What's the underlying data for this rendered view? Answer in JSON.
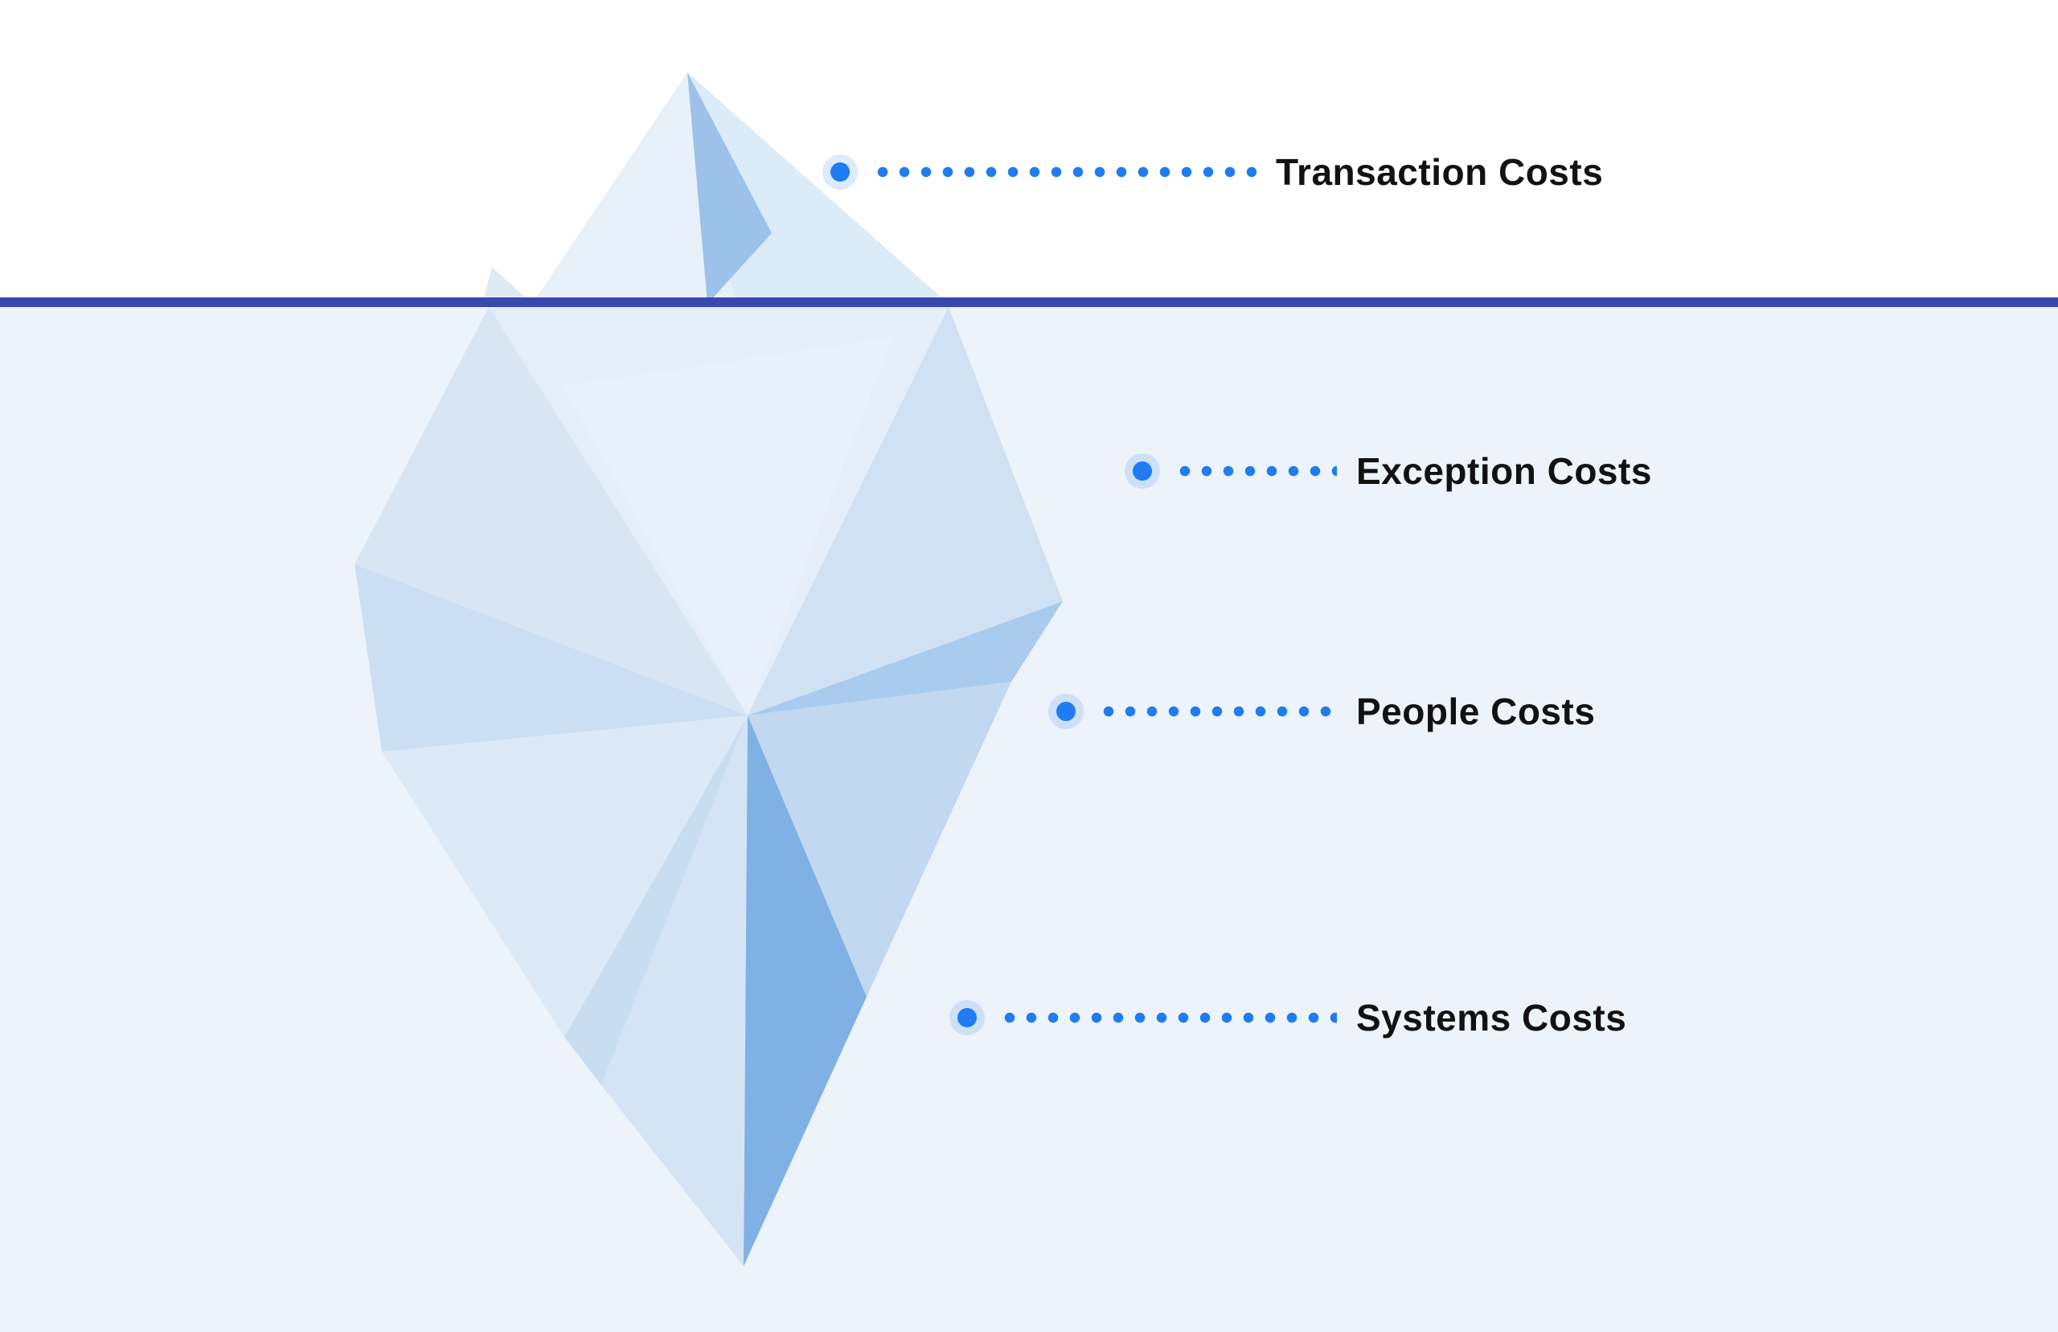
{
  "diagram": {
    "type": "iceberg-cost-diagram",
    "labels": [
      {
        "text": "Transaction Costs",
        "position": "above-waterline"
      },
      {
        "text": "Exception Costs",
        "position": "below-waterline"
      },
      {
        "text": "People Costs",
        "position": "below-waterline"
      },
      {
        "text": "Systems Costs",
        "position": "below-waterline"
      }
    ],
    "colors": {
      "accent_dot": "#1f7cf2",
      "waterline": "#3a47ad",
      "water_background": "#edf3fa",
      "sky_background": "#ffffff",
      "iceberg_light": "#e8f1fa",
      "iceberg_medium": "#c9ddf1",
      "iceberg_dark": "#7fb1e4"
    }
  }
}
